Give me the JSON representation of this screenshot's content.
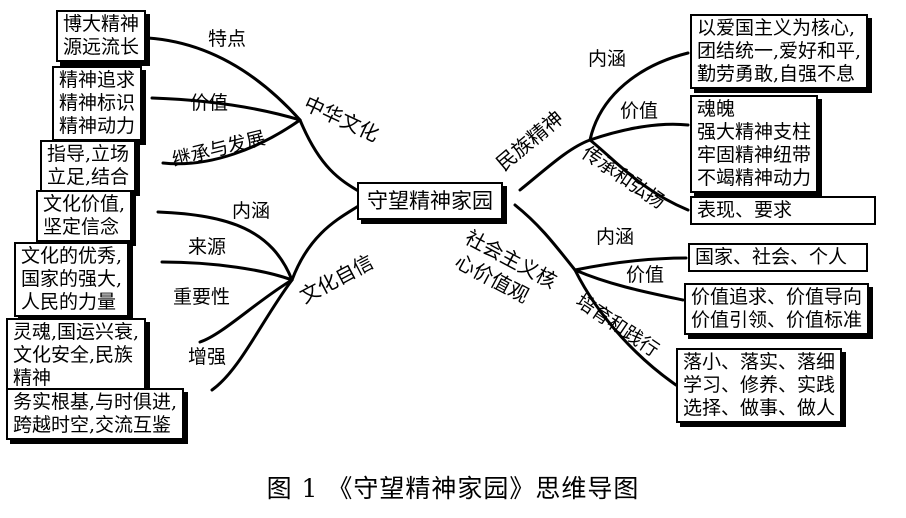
{
  "center": "守望精神家园",
  "branches": {
    "zhonghua": {
      "title": "中华文化",
      "edges": {
        "tedian": "特点",
        "jiazhi": "价值",
        "chengchuan": "继承与发展"
      },
      "boxes": {
        "tedian": "博大精神\n源远流长",
        "jiazhi": "精神追求\n精神标识\n精神动力",
        "chengchuan": "指导,立场\n立足,结合"
      }
    },
    "wenhua_zixin": {
      "title": "文化自信",
      "edges": {
        "neihan": "内涵",
        "laiyuan": "来源",
        "zhongyaoxing": "重要性",
        "zengqiang": "增强"
      },
      "boxes": {
        "neihan": "文化价值,\n坚定信念",
        "laiyuan": "文化的优秀,\n国家的强大,\n人民的力量",
        "zhongyaoxing": "灵魂,国运兴衰,\n文化安全,民族\n精神",
        "zengqiang": "务实根基,与时俱进,\n跨越时空,交流互鉴"
      }
    },
    "minzu_jingshen": {
      "title": "民族精神",
      "edges": {
        "neihan": "内涵",
        "jiazhi": "价值",
        "chuancheng": "传承和弘扬"
      },
      "boxes": {
        "neihan": "以爱国主义为核心,\n团结统一,爱好和平,\n勤劳勇敢,自强不息",
        "jiazhi": "魂魄\n强大精神支柱\n牢固精神纽带\n不竭精神动力",
        "chuancheng": "表现、要求"
      }
    },
    "hexin_jiazhiguan": {
      "title_line1": "社会主义核",
      "title_line2": "心价值观",
      "edges": {
        "neihan": "内涵",
        "jiazhi": "价值",
        "peiyu": "培育和践行"
      },
      "boxes": {
        "neihan": "国家、社会、个人",
        "jiazhi": "价值追求、价值导向\n价值引领、价值标准",
        "peiyu": "落小、落实、落细\n学习、修养、实践\n选择、做事、做人"
      }
    }
  },
  "caption": "图 1 《守望精神家园》思维导图"
}
